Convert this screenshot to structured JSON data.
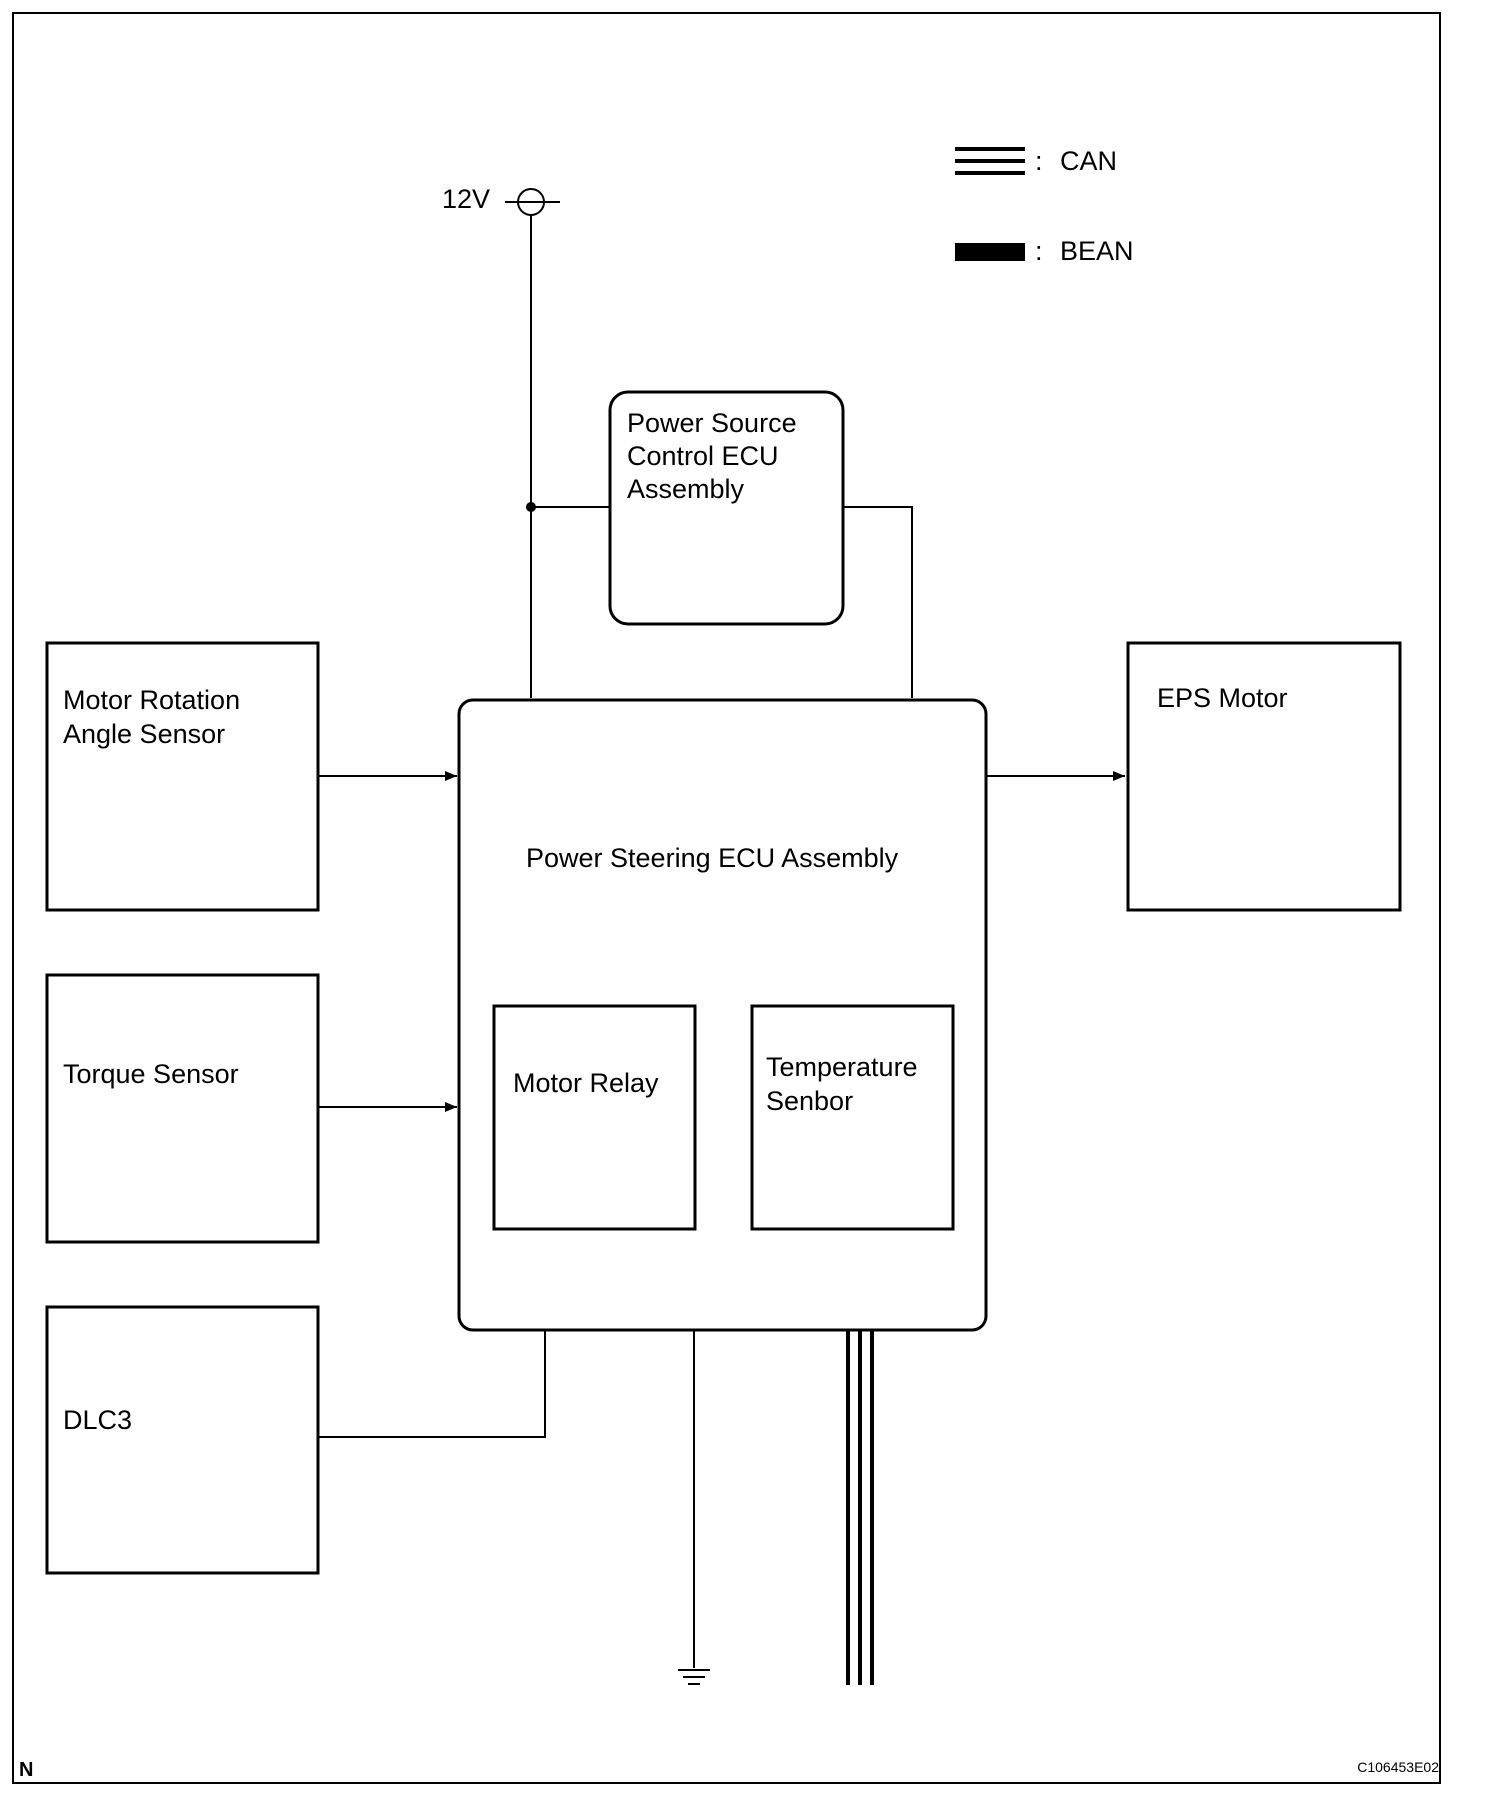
{
  "legend": {
    "can_separator": ":",
    "can_label": "CAN",
    "bean_separator": ":",
    "bean_label": "BEAN"
  },
  "power": {
    "label": "12V"
  },
  "components": {
    "power_source_ecu": [
      "Power Source",
      "Control ECU",
      "Assembly"
    ],
    "motor_rotation_sensor": [
      "Motor Rotation",
      "Angle Sensor"
    ],
    "torque_sensor": "Torque Sensor",
    "dlc3": "DLC3",
    "power_steering_ecu": "Power Steering ECU Assembly",
    "motor_relay": "Motor Relay",
    "temperature_sensor": [
      "Temperature",
      "Senbor"
    ],
    "eps_motor": "EPS Motor"
  },
  "footer": {
    "left_mark": "N",
    "figure_code": "C106453E02"
  }
}
